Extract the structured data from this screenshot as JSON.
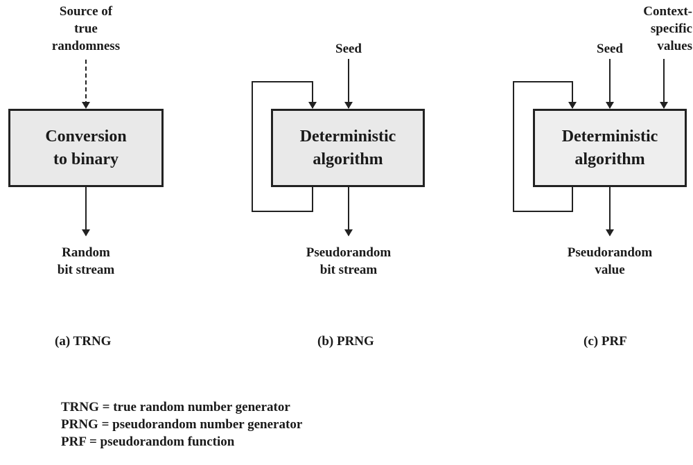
{
  "panels": {
    "trng": {
      "input_label": [
        "Source of",
        "true",
        "randomness"
      ],
      "box_label": [
        "Conversion",
        "to binary"
      ],
      "output_label": [
        "Random",
        "bit stream"
      ],
      "caption": "(a) TRNG"
    },
    "prng": {
      "input_label": "Seed",
      "box_label": [
        "Deterministic",
        "algorithm"
      ],
      "output_label": [
        "Pseudorandom",
        "bit stream"
      ],
      "caption": "(b) PRNG"
    },
    "prf": {
      "seed_label": "Seed",
      "context_label": [
        "Context-",
        "specific",
        "values"
      ],
      "box_label": [
        "Deterministic",
        "algorithm"
      ],
      "output_label": [
        "Pseudorandom",
        "value"
      ],
      "caption": "(c) PRF"
    }
  },
  "legend": [
    "TRNG = true random number generator",
    "PRNG = pseudorandom number generator",
    "PRF = pseudorandom function"
  ]
}
